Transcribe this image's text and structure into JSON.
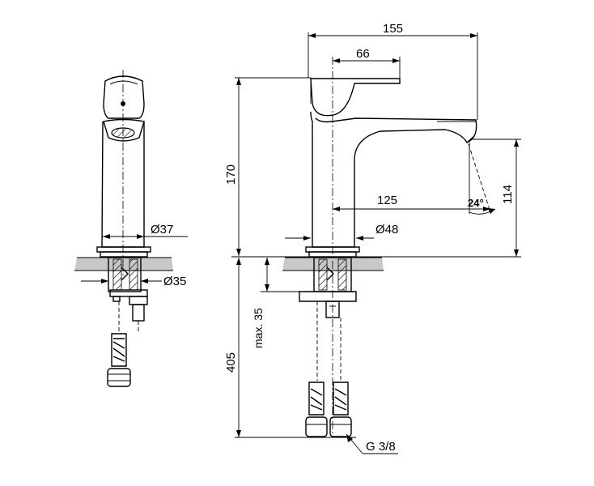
{
  "dimensions": {
    "width_total": "155",
    "lever_length": "66",
    "height_total": "170",
    "spout_height": "114",
    "spout_reach": "125",
    "spout_angle": "24°",
    "base_diameter": "Ø48",
    "side_body_diameter": "Ø37",
    "side_shank_diameter": "Ø35",
    "max_deck_thickness": "max. 35",
    "hose_length": "405",
    "connection_thread": "G 3/8"
  }
}
